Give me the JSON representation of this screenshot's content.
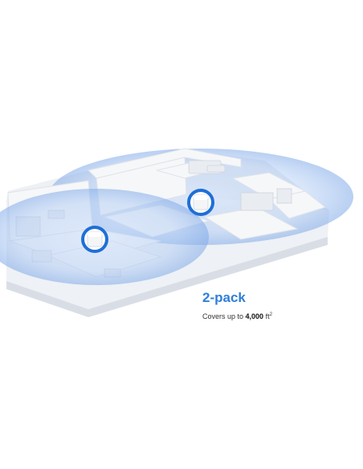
{
  "pack": {
    "title": "2-pack",
    "coverage_prefix": "Covers up to ",
    "coverage_value": "4,000",
    "coverage_unit": " ft",
    "coverage_exponent": "2"
  },
  "colors": {
    "accent": "#2f7fd8",
    "signal_fill": "#7fb0ee",
    "node_ring": "#1f6fd6"
  },
  "icons": {
    "node": "mesh-node-cube-icon"
  }
}
